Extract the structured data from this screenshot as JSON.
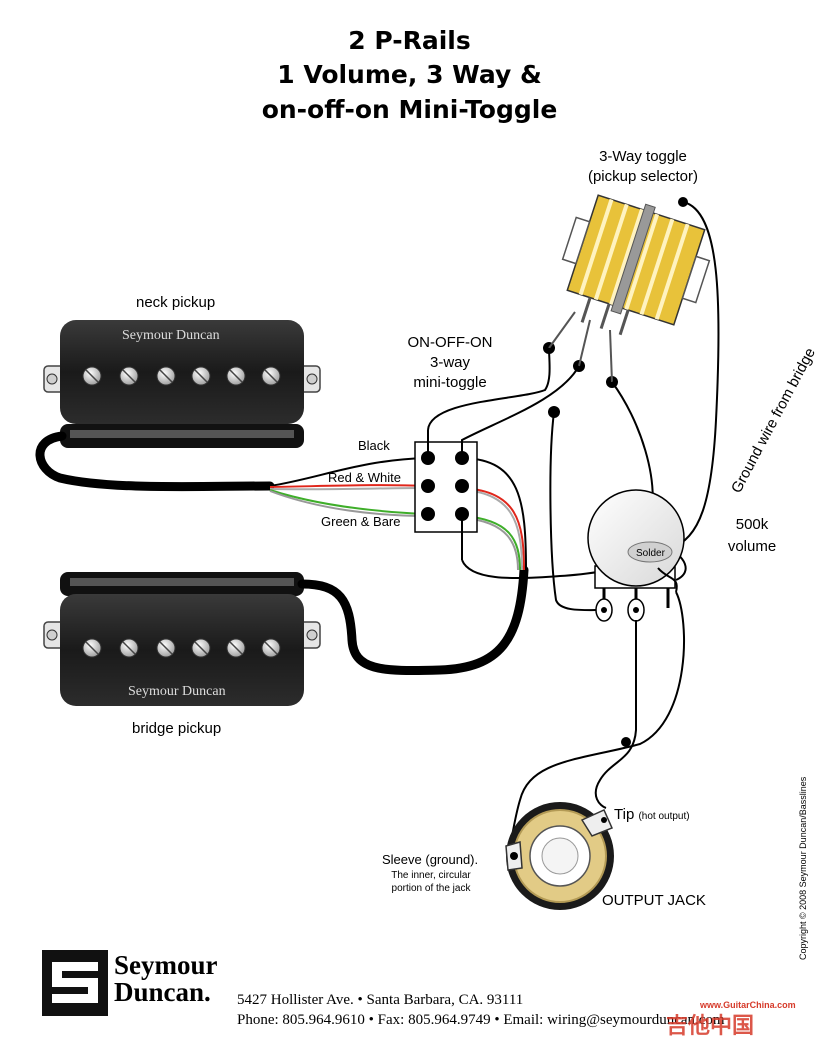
{
  "title": [
    "2 P-Rails",
    "1 Volume, 3 Way &",
    "on-off-on Mini-Toggle"
  ],
  "labels": {
    "neck_pickup": "neck pickup",
    "bridge_pickup": "bridge pickup",
    "pickup_brand": "Seymour Duncan",
    "toggle_3way": [
      "3-Way toggle",
      "(pickup selector)"
    ],
    "mini_toggle": [
      "ON-OFF-ON",
      "3-way",
      "mini-toggle"
    ],
    "black": "Black",
    "red_white": "Red & White",
    "green_bare": "Green & Bare",
    "ground_wire": "Ground wire from bridge",
    "volume": [
      "500k",
      "volume"
    ],
    "solder": "Solder",
    "tip": "Tip",
    "tip_note": "(hot output)",
    "sleeve": [
      "Sleeve (ground).",
      "The inner, circular",
      "portion of the jack"
    ],
    "output_jack": "OUTPUT JACK",
    "copyright": "Copyright © 2008 Seymour Duncan/Basslines"
  },
  "footer": {
    "brand_line1": "Seymour",
    "brand_line2": "Duncan.",
    "address": "5427 Hollister Ave.  •  Santa Barbara, CA. 93111",
    "phone": "Phone: 805.964.9610  •  Fax: 805.964.9749  •  Email: wiring@seymourduncan.com"
  },
  "watermark": {
    "text": "吉他中国",
    "sub": "www.GuitarChina.com"
  },
  "colors": {
    "wire": "#000000",
    "red": "#e0261b",
    "green": "#3fae2a",
    "bare": "#9a9a9a",
    "pickup": "#1e1e1e",
    "toggle_yellow": "#e8c23a",
    "jack_ring": "#d8c07a",
    "pot": "#ffffff"
  }
}
